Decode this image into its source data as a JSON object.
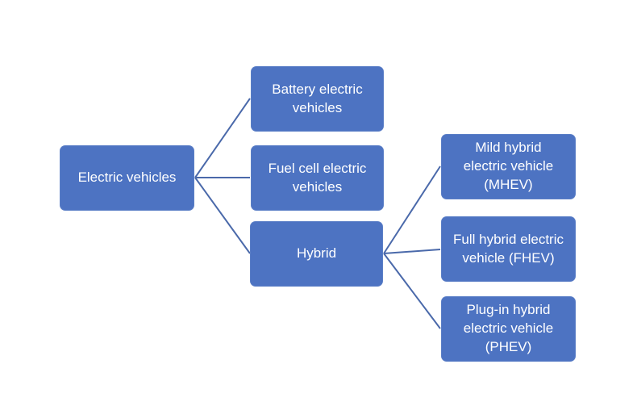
{
  "diagram": {
    "colors": {
      "node_fill": "#4d73c2",
      "node_text": "#ffffff",
      "connector": "#4a69aa",
      "background": "#ffffff"
    },
    "nodes": {
      "root": "Electric vehicles",
      "bev": "Battery electric\nvehicles",
      "fcev": "Fuel cell electric\nvehicles",
      "hybrid": "Hybrid",
      "mhev": "Mild hybrid\nelectric vehicle\n(MHEV)",
      "fhev": "Full hybrid electric\nvehicle (FHEV)",
      "phev": "Plug-in hybrid\nelectric vehicle\n(PHEV)"
    }
  }
}
